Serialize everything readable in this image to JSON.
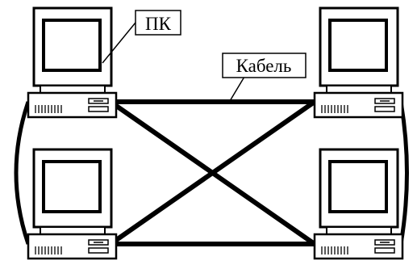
{
  "diagram": {
    "labels": {
      "pc": "ПК",
      "cable": "Кабель"
    },
    "computers": [
      {
        "id": "pc-top-left",
        "icon": "desktop-computer-icon"
      },
      {
        "id": "pc-top-right",
        "icon": "desktop-computer-icon"
      },
      {
        "id": "pc-bottom-left",
        "icon": "desktop-computer-icon"
      },
      {
        "id": "pc-bottom-right",
        "icon": "desktop-computer-icon"
      }
    ],
    "connections": [
      {
        "from": "pc-top-left",
        "to": "pc-top-right"
      },
      {
        "from": "pc-bottom-left",
        "to": "pc-bottom-right"
      },
      {
        "from": "pc-top-left",
        "to": "pc-bottom-right"
      },
      {
        "from": "pc-bottom-left",
        "to": "pc-top-right"
      },
      {
        "from": "pc-top-left",
        "to": "pc-bottom-left"
      },
      {
        "from": "pc-top-right",
        "to": "pc-bottom-right"
      }
    ],
    "colors": {
      "line": "#000000",
      "background": "#ffffff"
    }
  }
}
